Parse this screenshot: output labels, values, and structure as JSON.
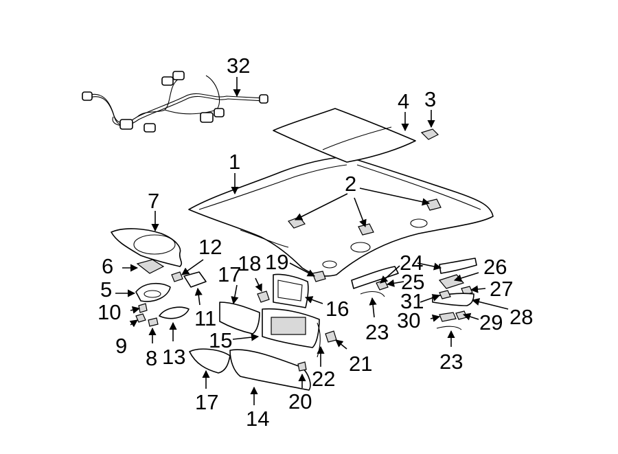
{
  "diagram": {
    "callouts": [
      {
        "id": "c1",
        "text": "1"
      },
      {
        "id": "c2",
        "text": "2"
      },
      {
        "id": "c3",
        "text": "3"
      },
      {
        "id": "c4",
        "text": "4"
      },
      {
        "id": "c5",
        "text": "5"
      },
      {
        "id": "c6",
        "text": "6"
      },
      {
        "id": "c7",
        "text": "7"
      },
      {
        "id": "c8",
        "text": "8"
      },
      {
        "id": "c9",
        "text": "9"
      },
      {
        "id": "c10",
        "text": "10"
      },
      {
        "id": "c11",
        "text": "11"
      },
      {
        "id": "c12",
        "text": "12"
      },
      {
        "id": "c13",
        "text": "13"
      },
      {
        "id": "c14",
        "text": "14"
      },
      {
        "id": "c15",
        "text": "15"
      },
      {
        "id": "c16",
        "text": "16"
      },
      {
        "id": "c17a",
        "text": "17"
      },
      {
        "id": "c17b",
        "text": "17"
      },
      {
        "id": "c18",
        "text": "18"
      },
      {
        "id": "c19",
        "text": "19"
      },
      {
        "id": "c20",
        "text": "20"
      },
      {
        "id": "c21",
        "text": "21"
      },
      {
        "id": "c22",
        "text": "22"
      },
      {
        "id": "c23a",
        "text": "23"
      },
      {
        "id": "c23b",
        "text": "23"
      },
      {
        "id": "c24",
        "text": "24"
      },
      {
        "id": "c25",
        "text": "25"
      },
      {
        "id": "c26",
        "text": "26"
      },
      {
        "id": "c27",
        "text": "27"
      },
      {
        "id": "c28",
        "text": "28"
      },
      {
        "id": "c29",
        "text": "29"
      },
      {
        "id": "c30",
        "text": "30"
      },
      {
        "id": "c31",
        "text": "31"
      },
      {
        "id": "c32",
        "text": "32"
      }
    ]
  }
}
